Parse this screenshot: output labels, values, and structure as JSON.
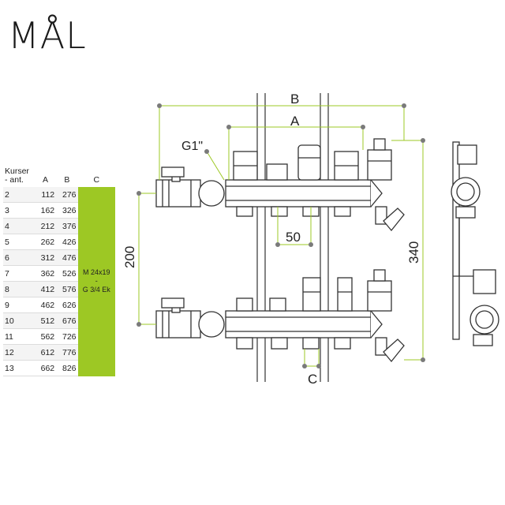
{
  "title": "MÅL",
  "table": {
    "headers": {
      "kurser_line1": "Kurser",
      "kurser_line2": "- ant.",
      "a": "A",
      "b": "B",
      "c": "C"
    },
    "rows": [
      {
        "kurser": "2",
        "a": "112",
        "b": "276"
      },
      {
        "kurser": "3",
        "a": "162",
        "b": "326"
      },
      {
        "kurser": "4",
        "a": "212",
        "b": "376"
      },
      {
        "kurser": "5",
        "a": "262",
        "b": "426"
      },
      {
        "kurser": "6",
        "a": "312",
        "a_dummy": "",
        "b": "476"
      },
      {
        "kurser": "7",
        "a": "362",
        "b": "526"
      },
      {
        "kurser": "8",
        "a": "412",
        "b": "576"
      },
      {
        "kurser": "9",
        "a": "462",
        "b": "626"
      },
      {
        "kurser": "10",
        "a": "512",
        "b": "676"
      },
      {
        "kurser": "11",
        "a": "562",
        "b": "726"
      },
      {
        "kurser": "12",
        "a": "612",
        "b": "776"
      },
      {
        "kurser": "13",
        "a": "662",
        "b": "826"
      }
    ],
    "c_value": {
      "line1": "M 24x19",
      "line2": "-",
      "line3": "G 3/4 Ek"
    }
  },
  "dimensions": {
    "b": "B",
    "a": "A",
    "g1": "G1\"",
    "spacing": "50",
    "height_200": "200",
    "height_340": "340",
    "c": "C"
  },
  "colors": {
    "accent_green": "#9dc824",
    "dim_line": "#9dc824",
    "dot": "#7a7a7a",
    "outline": "#333333"
  }
}
